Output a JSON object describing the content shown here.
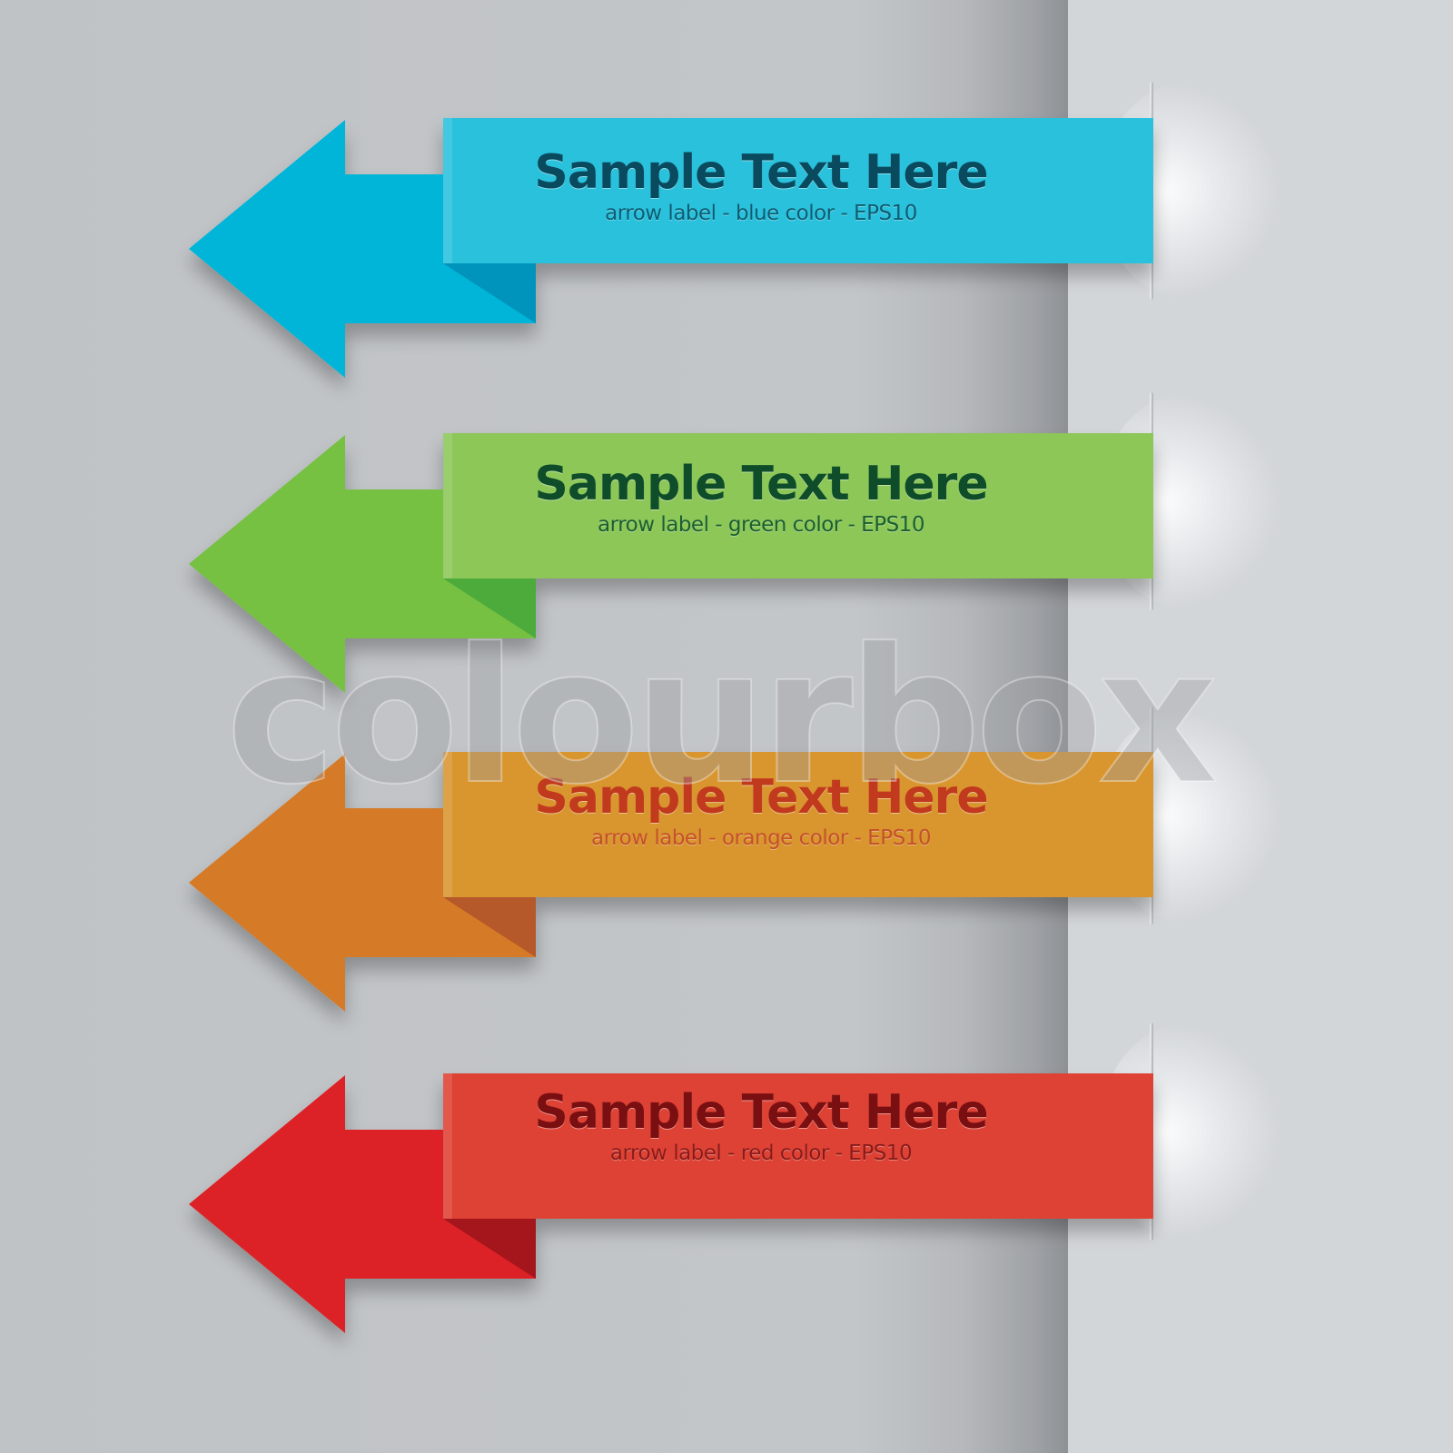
{
  "labels": [
    {
      "title": "Sample Text Here",
      "subtitle": "arrow label - blue color - EPS10",
      "colors": {
        "arrow": "#00b5d8",
        "band": "#29c1dc",
        "fold": "#0094bc",
        "title": "#0a4a5e",
        "subtitle": "#0d5d73"
      }
    },
    {
      "title": "Sample Text Here",
      "subtitle": "arrow label - green color - EPS10",
      "colors": {
        "arrow": "#76c043",
        "band": "#8cc758",
        "fold": "#4dab3a",
        "title": "#0f4d2a",
        "subtitle": "#1b5e31"
      }
    },
    {
      "title": "Sample Text Here",
      "subtitle": "arrow label - orange color - EPS10",
      "colors": {
        "arrow": "#d57a28",
        "band": "#d9952e",
        "fold": "#b5582a",
        "title": "#c13a1e",
        "subtitle": "#c5502a"
      }
    },
    {
      "title": "Sample Text Here",
      "subtitle": "arrow label - red color - EPS10",
      "colors": {
        "arrow": "#dc2126",
        "band": "#de4335",
        "fold": "#a4161b",
        "title": "#7a0f12",
        "subtitle": "#8a1a18"
      }
    }
  ],
  "watermark": {
    "text": "colourbox",
    "color": "#9a9da1"
  },
  "background": {
    "left": "#c2c5c8",
    "right": "#d3d6d9"
  }
}
